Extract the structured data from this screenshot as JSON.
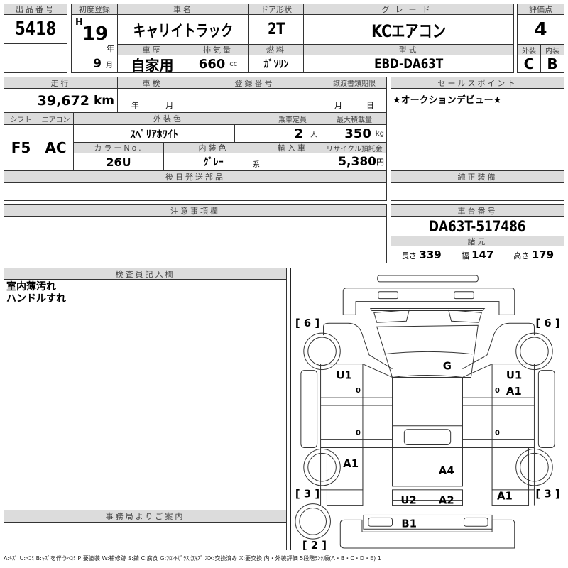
{
  "lot": {
    "label": "出品番号",
    "value": "5418"
  },
  "first_reg": {
    "label": "初度登録",
    "era": "H",
    "year": "19",
    "year_unit": "年",
    "month": "9",
    "month_unit": "月"
  },
  "car_name": {
    "label": "車名",
    "value": "キャリイトラック"
  },
  "door": {
    "label": "ドア形状",
    "value": "2T"
  },
  "grade": {
    "label": "グレード",
    "value": "KCエアコン"
  },
  "history": {
    "label": "車歴",
    "value": "自家用"
  },
  "displacement": {
    "label": "排気量",
    "value": "660",
    "unit": "cc"
  },
  "fuel": {
    "label": "燃料",
    "value": "ｶﾞｿﾘﾝ"
  },
  "model": {
    "label": "型式",
    "value": "EBD-DA63T"
  },
  "score": {
    "label": "評価点",
    "value": "4",
    "ext_label": "外装",
    "int_label": "内装",
    "ext": "C",
    "int": "B"
  },
  "mileage": {
    "label": "走行",
    "value": "39,672",
    "unit": "km"
  },
  "inspection": {
    "label": "車検",
    "year_unit": "年",
    "month_unit": "月"
  },
  "reg_number": {
    "label": "登録番号"
  },
  "transfer_deadline": {
    "label": "譲渡書類期限",
    "month_unit": "月",
    "day_unit": "日"
  },
  "shift": {
    "label": "シフト",
    "value": "F5"
  },
  "aircon": {
    "label": "エアコン",
    "value": "AC"
  },
  "ext_color": {
    "label": "外装色",
    "value": "ｽﾍﾟﾘｱﾎﾜｲﾄ"
  },
  "capacity": {
    "label": "乗車定員",
    "value": "2",
    "unit": "人"
  },
  "max_load": {
    "label": "最大積載量",
    "value": "350",
    "unit": "kg"
  },
  "color_no": {
    "label": "カラーNo.",
    "value": "26U"
  },
  "int_color": {
    "label": "内装色",
    "value": "ｸﾞﾚｰ",
    "unit": "系"
  },
  "import": {
    "label": "輸入車"
  },
  "recycle": {
    "label": "リサイクル預託金",
    "value": "5,380",
    "unit": "円"
  },
  "later_parts": {
    "label": "後日発送部品"
  },
  "sales_point": {
    "label": "セールスポイント",
    "value": "★オークションデビュー★"
  },
  "equipment": {
    "label": "純正装備"
  },
  "notes": {
    "label": "注意事項欄"
  },
  "chassis": {
    "label": "車台番号",
    "value": "DA63T-517486"
  },
  "specs": {
    "label": "諸元",
    "length_label": "長さ",
    "length": "339",
    "width_label": "幅",
    "width": "147",
    "height_label": "高さ",
    "height": "179"
  },
  "inspector": {
    "label": "検査員記入欄",
    "lines": [
      "室内薄汚れ",
      "ハンドルすれ"
    ]
  },
  "office": {
    "label": "事務局よりご案内"
  },
  "diagram": {
    "tire_fl": "[ 6 ]",
    "tire_fr": "[ 6 ]",
    "tire_rl": "[ 3 ]",
    "tire_rr": "[ 3 ]",
    "spare": "[ 2 ]",
    "marks": [
      "G",
      "U1",
      "U1",
      "A1",
      "A1",
      "A4",
      "U2",
      "A2",
      "A1",
      "B1"
    ],
    "zero": "0"
  },
  "legend": "A:ｷｽﾞ U:ﾍｺﾐ B:ｷｽﾞを伴うﾍｺﾐ P:要塗装 W:補修跡 S:錆 C:腐食 G:ﾌﾛﾝﾄｶﾞﾗｽ点ｷｽﾞ XX:交換済み X:要交換 内・外装評価 5段階ﾗﾝｸ順(A・B・C・D・E) 1"
}
